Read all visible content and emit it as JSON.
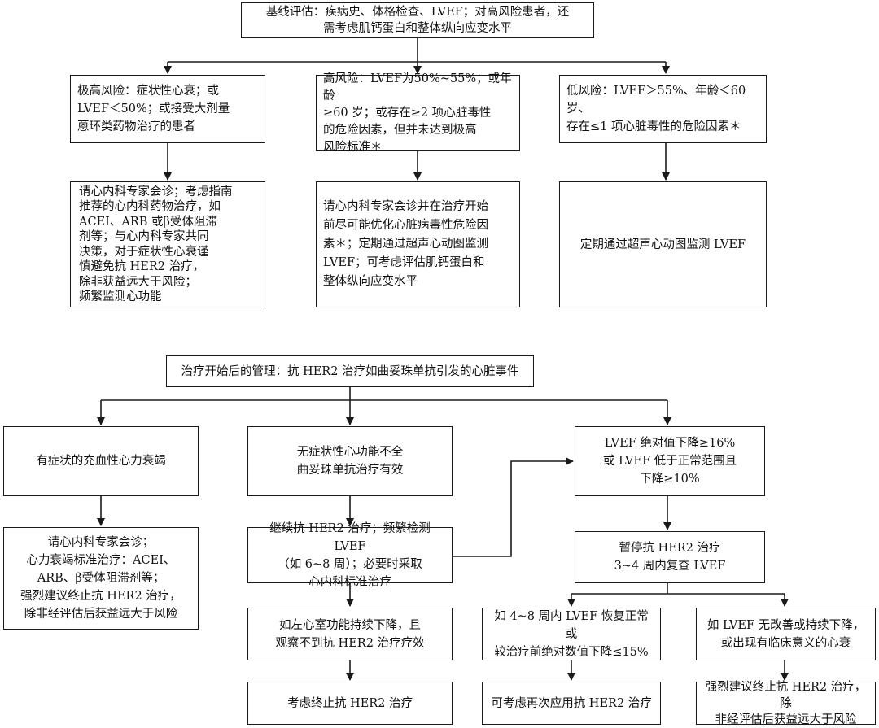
{
  "section1": {
    "baseline": "基线评估：疾病史、体格检查、LVEF；对高风险患者，还\n需考虑肌钙蛋白和整体纵向应变水平",
    "very_high_risk": "极高风险：症状性心衰；或\nLVEF＜50%；或接受大剂量\n蒽环类药物治疗的患者",
    "high_risk": "高风险：LVEF为50%~55%；或年龄\n≥60 岁；或存在≥2 项心脏毒性\n的危险因素，但并未达到极高\n风险标准＊",
    "low_risk": "低风险：LVEF＞55%、年龄＜60 岁、\n存在≤1 项心脏毒性的危险因素＊",
    "very_high_action": "请心内科专家会诊；考虑指南\n推荐的心内科药物治疗，如\nACEI、ARB 或β受体阻滞\n剂等；与心内科专家共同\n决策，对于症状性心衰谨\n慎避免抗 HER2 治疗，\n除非获益远大于风险；\n频繁监测心功能",
    "high_action": "请心内科专家会诊并在治疗开始\n前尽可能优化心脏病毒性危险因\n素＊；定期通过超声心动图监测\nLVEF；可考虑评估肌钙蛋白和\n整体纵向应变水平",
    "low_action": "定期通过超声心动图监测 LVEF"
  },
  "section2": {
    "management": "治疗开始后的管理：抗 HER2 治疗如曲妥珠单抗引发的心脏事件",
    "symptomatic": "有症状的充血性心力衰竭",
    "symptomatic_action": "请心内科专家会诊；\n心力衰竭标准治疗：ACEI、\nARB、β受体阻滞剂等；\n强烈建议终止抗 HER2 治疗，\n除非经评估后获益远大于风险",
    "asymptomatic": "无症状性心功能不全\n曲妥珠单抗治疗有效",
    "continue": "继续抗 HER2 治疗；频繁检测 LVEF\n（如 6~8 周）；必要时采取\n心内科标准治疗",
    "persistent_decline": "如左心室功能持续下降，且\n观察不到抗 HER2 治疗疗效",
    "consider_stop": "考虑终止抗 HER2 治疗",
    "lvef_drop": "LVEF 绝对值下降≥16%\n或 LVEF 低于正常范围且\n下降≥10%",
    "pause": "暂停抗 HER2 治疗\n3~4 周内复查 LVEF",
    "recovered": "如 4~8 周内 LVEF 恢复正常或\n较治疗前绝对数值下降≤15%",
    "no_improvement": "如 LVEF 无改善或持续下降，\n或出现有临床意义的心衰",
    "reapply": "可考虑再次应用抗 HER2 治疗",
    "strong_stop": "强烈建议终止抗 HER2 治疗，除\n非经评估后获益远大于风险"
  }
}
